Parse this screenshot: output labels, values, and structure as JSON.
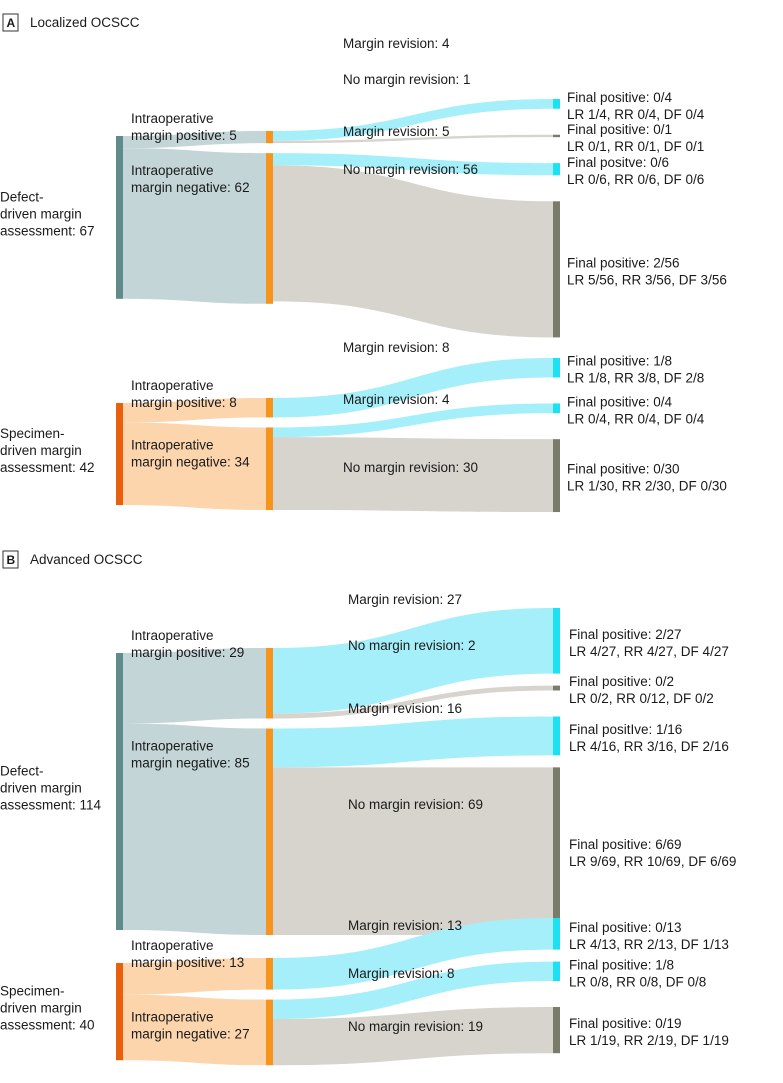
{
  "colors": {
    "defect_node": "#5f8b8c",
    "defect_flow": "#c4d5d8",
    "specimen_node": "#e8600c",
    "specimen_flow": "#fcd5ad",
    "intraop_node": "#f7941d",
    "revision_node": "#1de0f5",
    "revision_flow": "#a5effa",
    "norevision_node": "#7b7b6b",
    "norevision_flow": "#d6d4cc"
  },
  "panels": [
    {
      "letter": "A",
      "title": "Localized OCSCC",
      "groups": [
        {
          "kind": "defect",
          "source": {
            "line1": "Defect-",
            "line2": "driven margin",
            "line3": "assessment: 67",
            "value": 67
          },
          "branches": [
            {
              "line1": "Intraoperative",
              "line2": "margin positive: 5",
              "value": 5,
              "outcomes": [
                {
                  "kind": "revision",
                  "label": "Margin revision: 4",
                  "value": 4,
                  "final": "Final positive: 0/4",
                  "recurrence": "LR 1/4, RR 0/4, DF 0/4"
                },
                {
                  "kind": "norevision",
                  "label": "No margin revision: 1",
                  "value": 1,
                  "final": "Final positive: 0/1",
                  "recurrence": "LR 0/1, RR 0/1, DF 0/1"
                }
              ]
            },
            {
              "line1": "Intraoperative",
              "line2": "margin negative: 62",
              "value": 62,
              "outcomes": [
                {
                  "kind": "revision",
                  "label": "Margin revision: 5",
                  "value": 5,
                  "final": "Final positve: 0/6",
                  "recurrence": "LR 0/6, RR 0/6, DF  0/6"
                },
                {
                  "kind": "norevision",
                  "label": "No margin revision: 56",
                  "value": 56,
                  "final": "Final positive: 2/56",
                  "recurrence": "LR 5/56, RR 3/56, DF 3/56"
                }
              ]
            }
          ]
        },
        {
          "kind": "specimen",
          "source": {
            "line1": "Specimen-",
            "line2": "driven margin",
            "line3": "assessment: 42",
            "value": 42
          },
          "branches": [
            {
              "line1": "Intraoperative",
              "line2": "margin positive: 8",
              "value": 8,
              "outcomes": [
                {
                  "kind": "revision",
                  "label": "Margin revision: 8",
                  "value": 8,
                  "final": "Final positive: 1/8",
                  "recurrence": "LR 1/8, RR 3/8, DF 2/8"
                }
              ]
            },
            {
              "line1": "Intraoperative",
              "line2": "margin negative: 34",
              "value": 34,
              "outcomes": [
                {
                  "kind": "revision",
                  "label": "Margin revision: 4",
                  "value": 4,
                  "final": "Final positive: 0/4",
                  "recurrence": "LR 0/4, RR 0/4, DF 0/4"
                },
                {
                  "kind": "norevision",
                  "label": "No margin revision: 30",
                  "value": 30,
                  "final": "Final positive: 0/30",
                  "recurrence": "LR 1/30, RR 2/30, DF 0/30"
                }
              ]
            }
          ]
        }
      ]
    },
    {
      "letter": "B",
      "title": "Advanced OCSCC",
      "groups": [
        {
          "kind": "defect",
          "source": {
            "line1": "Defect-",
            "line2": "driven margin",
            "line3": "assessment: 114",
            "value": 114
          },
          "branches": [
            {
              "line1": "Intraoperative",
              "line2": "margin positive: 29",
              "value": 29,
              "outcomes": [
                {
                  "kind": "revision",
                  "label": "Margin revision: 27",
                  "value": 27,
                  "final": "Final positive: 2/27",
                  "recurrence": "LR 4/27, RR 4/27, DF 4/27"
                },
                {
                  "kind": "norevision",
                  "label": "No margin revision: 2",
                  "value": 2,
                  "final": "Final positive: 0/2",
                  "recurrence": "LR 0/2, RR 0/12, DF 0/2"
                }
              ]
            },
            {
              "line1": "Intraoperative",
              "line2": "margin negative: 85",
              "value": 85,
              "outcomes": [
                {
                  "kind": "revision",
                  "label": "Margin revision: 16",
                  "value": 16,
                  "final": "Final positIve: 1/16",
                  "recurrence": "LR 4/16, RR 3/16, DF 2/16"
                },
                {
                  "kind": "norevision",
                  "label": "No margin revision: 69",
                  "value": 69,
                  "final": "Final positive: 6/69",
                  "recurrence": "LR 9/69, RR 10/69, DF 6/69"
                }
              ]
            }
          ]
        },
        {
          "kind": "specimen",
          "source": {
            "line1": "Specimen-",
            "line2": "driven margin",
            "line3": "assessment: 40",
            "value": 40
          },
          "branches": [
            {
              "line1": "Intraoperative",
              "line2": "margin positive: 13",
              "value": 13,
              "outcomes": [
                {
                  "kind": "revision",
                  "label": "Margin revision: 13",
                  "value": 13,
                  "final": "Final positive: 0/13",
                  "recurrence": "LR 4/13, RR 2/13, DF 1/13"
                }
              ]
            },
            {
              "line1": "Intraoperative",
              "line2": "margin negative: 27",
              "value": 27,
              "outcomes": [
                {
                  "kind": "revision",
                  "label": "Margin revision: 8",
                  "value": 8,
                  "final": "Final positive: 1/8",
                  "recurrence": "LR 0/8, RR 0/8, DF 0/8"
                },
                {
                  "kind": "norevision",
                  "label": "No margin revision: 19",
                  "value": 19,
                  "final": "Final positive: 0/19",
                  "recurrence": "LR 1/19, RR 2/19, DF 1/19"
                }
              ]
            }
          ]
        }
      ]
    }
  ]
}
